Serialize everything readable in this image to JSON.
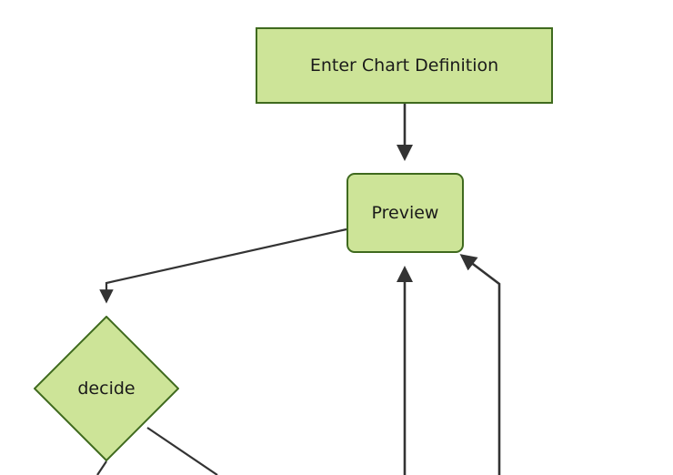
{
  "diagram": {
    "type": "flowchart",
    "direction": "top-down",
    "background_color": "#ffffff",
    "node_fill_color": "#cde498",
    "node_border_color": "#3f6a1e",
    "edge_color": "#333333",
    "text_color": "#1a1a1a",
    "nodes": [
      {
        "id": "enter-chart-definition",
        "label": "Enter Chart Definition",
        "shape": "rectangle"
      },
      {
        "id": "preview",
        "label": "Preview",
        "shape": "rounded-rectangle"
      },
      {
        "id": "decide",
        "label": "decide",
        "shape": "diamond"
      }
    ],
    "edges": [
      {
        "id": "enter-to-preview",
        "from": "enter-chart-definition",
        "to": "preview",
        "arrow": true,
        "label": ""
      },
      {
        "id": "preview-to-decide",
        "from": "preview",
        "to": "decide",
        "arrow": true,
        "label": ""
      },
      {
        "id": "return-edge-center",
        "from": "offscreen-below",
        "to": "preview",
        "arrow": true,
        "label": ""
      },
      {
        "id": "return-edge-right",
        "from": "offscreen-below",
        "to": "preview",
        "arrow": true,
        "label": ""
      },
      {
        "id": "decide-to-offscreen-left",
        "from": "decide",
        "to": "offscreen-below",
        "arrow": false,
        "label": ""
      },
      {
        "id": "decide-to-offscreen-right",
        "from": "decide",
        "to": "offscreen-below",
        "arrow": false,
        "label": ""
      }
    ]
  }
}
